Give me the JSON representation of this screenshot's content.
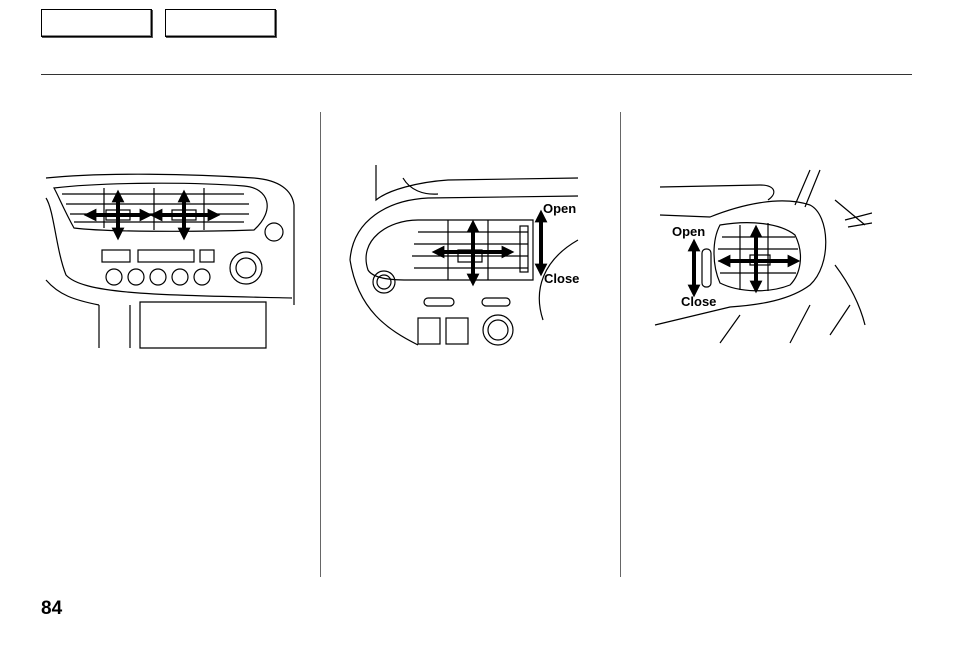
{
  "nav": {
    "button_1": "",
    "button_2": ""
  },
  "illustrations": {
    "center_dash_vents": {
      "labels": []
    },
    "driver_side_vent": {
      "open_label": "Open",
      "close_label": "Close"
    },
    "passenger_side_vent": {
      "open_label": "Open",
      "close_label": "Close"
    }
  },
  "page_number": "84"
}
